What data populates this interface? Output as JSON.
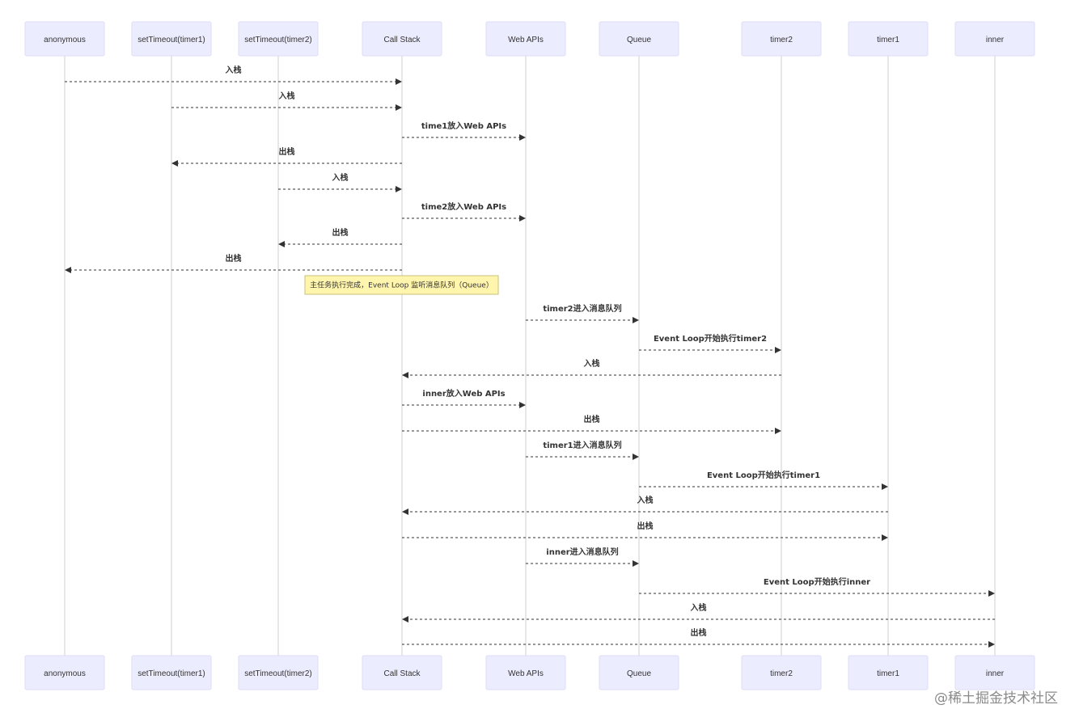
{
  "actors": [
    {
      "id": "anonymous",
      "label": "anonymous"
    },
    {
      "id": "setTimeout1",
      "label": "setTimeout(timer1)"
    },
    {
      "id": "setTimeout2",
      "label": "setTimeout(timer2)"
    },
    {
      "id": "callstack",
      "label": "Call Stack"
    },
    {
      "id": "webapis",
      "label": "Web APIs"
    },
    {
      "id": "queue",
      "label": "Queue"
    },
    {
      "id": "timer2",
      "label": "timer2"
    },
    {
      "id": "timer1",
      "label": "timer1"
    },
    {
      "id": "inner",
      "label": "inner"
    }
  ],
  "messages": [
    {
      "from": "anonymous",
      "to": "callstack",
      "label": "入栈"
    },
    {
      "from": "setTimeout1",
      "to": "callstack",
      "label": "入栈"
    },
    {
      "from": "callstack",
      "to": "webapis",
      "label": "time1放入Web APIs"
    },
    {
      "from": "callstack",
      "to": "setTimeout1",
      "label": "出栈"
    },
    {
      "from": "setTimeout2",
      "to": "callstack",
      "label": "入栈"
    },
    {
      "from": "callstack",
      "to": "webapis",
      "label": "time2放入Web APIs"
    },
    {
      "from": "callstack",
      "to": "setTimeout2",
      "label": "出栈"
    },
    {
      "from": "callstack",
      "to": "anonymous",
      "label": "出栈"
    },
    {
      "from": "webapis",
      "to": "queue",
      "label": "timer2进入消息队列"
    },
    {
      "from": "queue",
      "to": "timer2",
      "label": "Event Loop开始执行timer2"
    },
    {
      "from": "timer2",
      "to": "callstack",
      "label": "入栈"
    },
    {
      "from": "callstack",
      "to": "webapis",
      "label": "inner放入Web APIs"
    },
    {
      "from": "callstack",
      "to": "timer2",
      "label": "出栈"
    },
    {
      "from": "webapis",
      "to": "queue",
      "label": "timer1进入消息队列"
    },
    {
      "from": "queue",
      "to": "timer1",
      "label": "Event Loop开始执行timer1"
    },
    {
      "from": "timer1",
      "to": "callstack",
      "label": "入栈"
    },
    {
      "from": "callstack",
      "to": "timer1",
      "label": "出栈"
    },
    {
      "from": "webapis",
      "to": "queue",
      "label": "inner进入消息队列"
    },
    {
      "from": "queue",
      "to": "inner",
      "label": "Event Loop开始执行inner"
    },
    {
      "from": "inner",
      "to": "callstack",
      "label": "入栈"
    },
    {
      "from": "callstack",
      "to": "inner",
      "label": "出栈"
    }
  ],
  "note": {
    "after_message": 8,
    "over": [
      "setTimeout2",
      "callstack"
    ],
    "text": "主任务执行完成，Event Loop 监听消息队列（Queue）"
  },
  "watermark": "@稀土掘金技术社区"
}
